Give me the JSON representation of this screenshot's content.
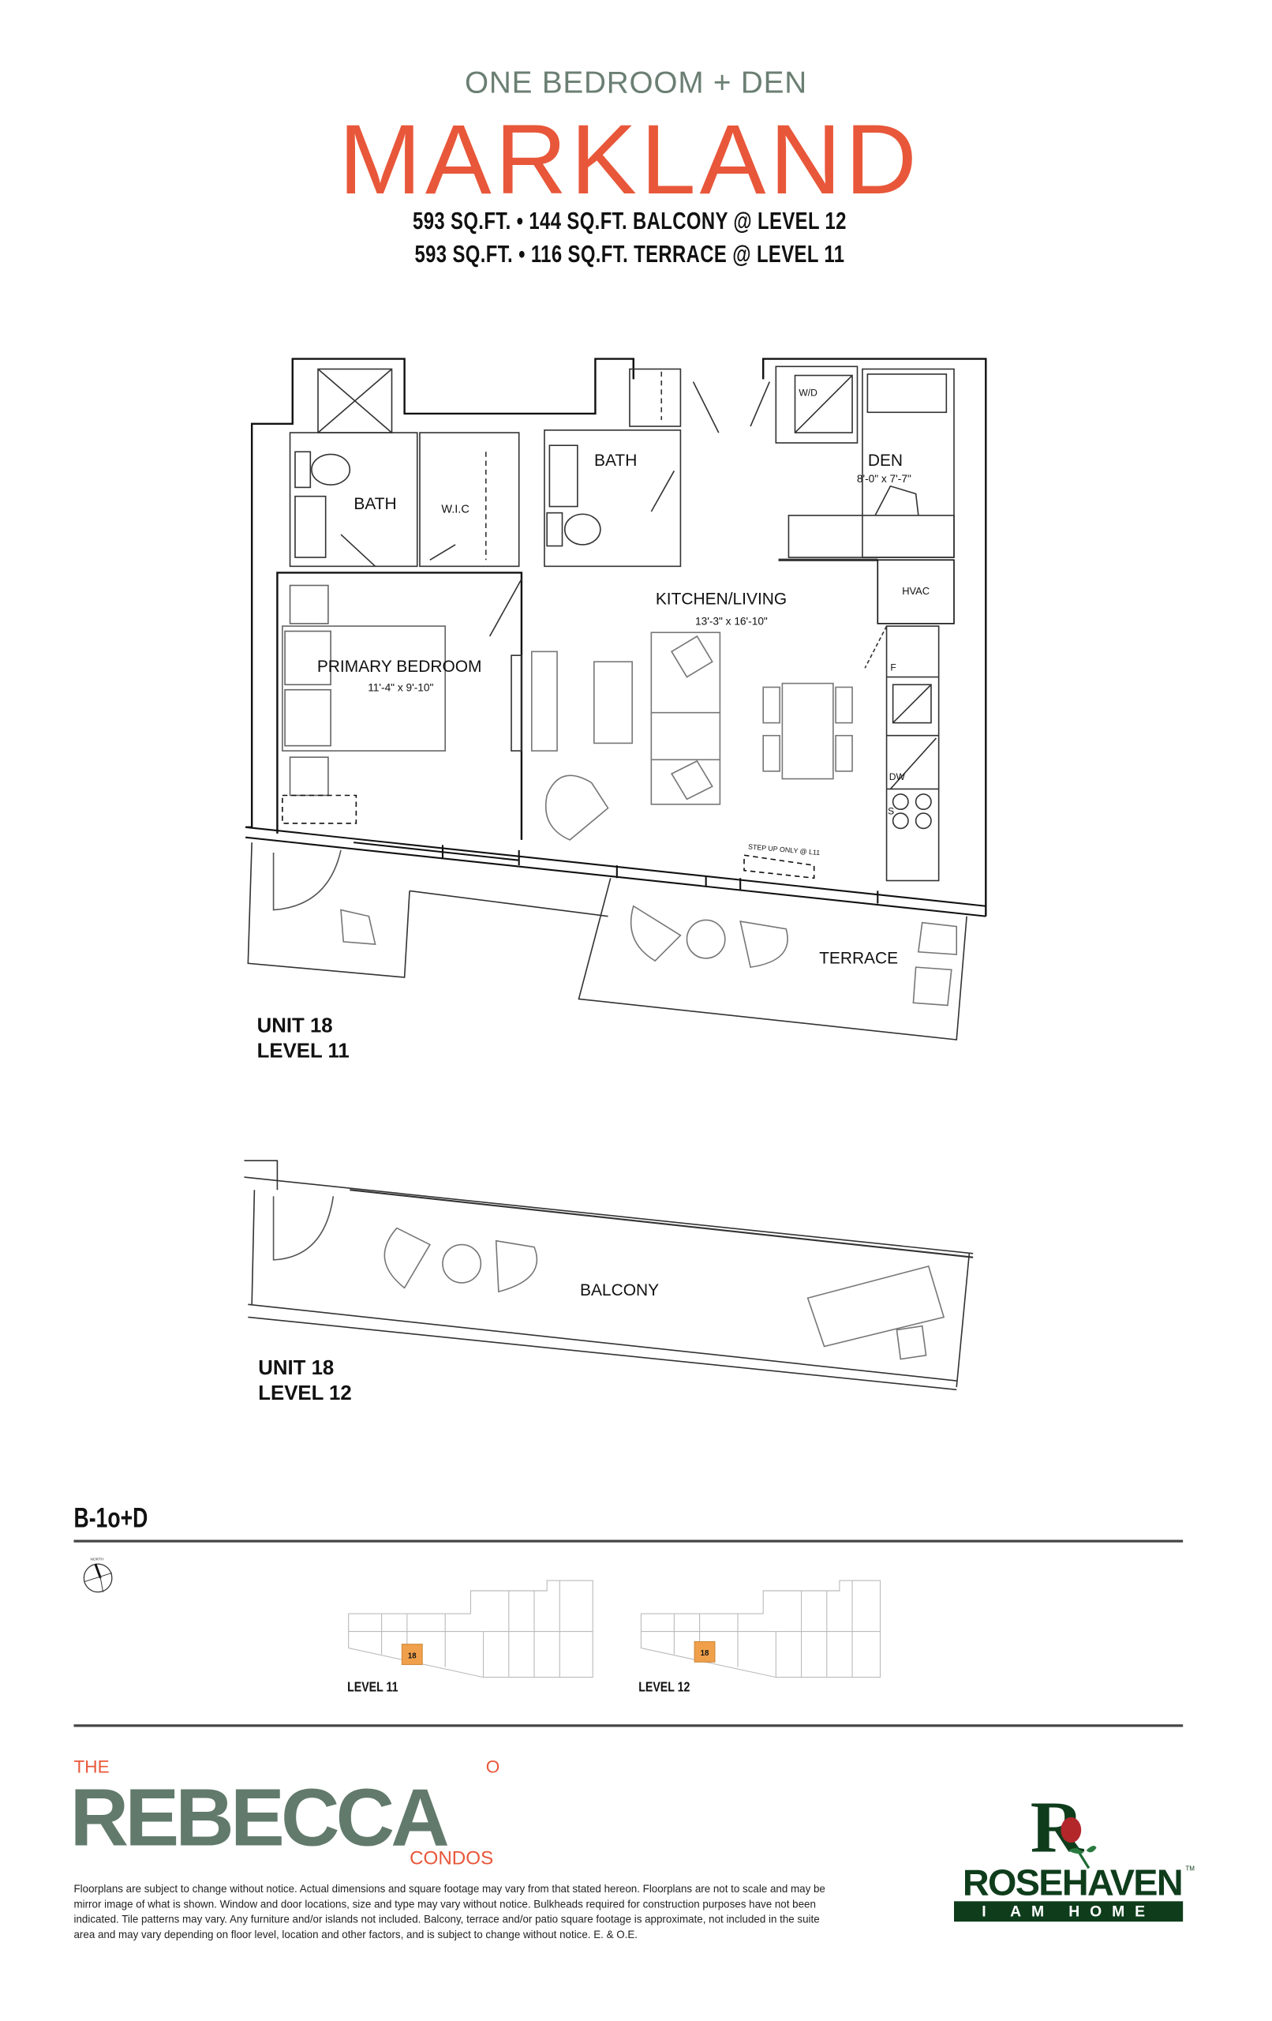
{
  "header": {
    "subtitle": "ONE BEDROOM + DEN",
    "title": "MARKLAND",
    "spec_lines": [
      "593 SQ.FT. • 144 SQ.FT. BALCONY @ LEVEL 12",
      "593 SQ.FT. • 116 SQ.FT. TERRACE @ LEVEL 11"
    ]
  },
  "floorplan": {
    "rooms": {
      "bath1": "BATH",
      "wic": "W.I.C",
      "bath2": "BATH",
      "den": "DEN",
      "den_dim": "8'-0\" x 7'-7\"",
      "wd": "W/D",
      "hvac": "HVAC",
      "kitchen": "KITCHEN/LIVING",
      "kitchen_dim": "13'-3\" x 16'-10\"",
      "bedroom": "PRIMARY BEDROOM",
      "bedroom_dim": "11'-4\" x 9'-10\"",
      "fridge": "F",
      "dishwasher": "DW",
      "stove": "S",
      "step_note": "STEP UP ONLY @ L11",
      "terrace": "TERRACE",
      "balcony": "BALCONY"
    },
    "level11": {
      "unit": "UNIT 18",
      "level": "LEVEL 11"
    },
    "level12": {
      "unit": "UNIT 18",
      "level": "LEVEL 12"
    }
  },
  "keyplan": {
    "code": "B-1o+D",
    "north": "NORTH",
    "plans": [
      {
        "label": "LEVEL 11",
        "unit": "18"
      },
      {
        "label": "LEVEL 12",
        "unit": "18"
      }
    ],
    "highlight_color": "#f0a04b"
  },
  "branding": {
    "the": "THE",
    "name": "REBECCA",
    "o": "O",
    "condos": "CONDOS",
    "builder": "ROSEHAVEN",
    "builder_tag": "I AM HOME",
    "tm": "TM",
    "builder_letter": "R"
  },
  "disclaimer": "Floorplans are subject to change without notice. Actual dimensions and square footage may vary from that stated hereon. Floorplans are not to scale and may be mirror image of what is shown. Window and door locations, size and type may vary without notice. Bulkheads required for construction purposes have not been indicated. Tile patterns may vary. Any furniture and/or islands not included. Balcony, terrace and/or patio square footage is approximate, not included in the suite area and may vary depending on floor level, location and other factors, and is subject to change without notice. E. & O.E.",
  "colors": {
    "accent": "#e8573a",
    "sage": "#627a6c",
    "builder_green": "#0f3d1c"
  }
}
